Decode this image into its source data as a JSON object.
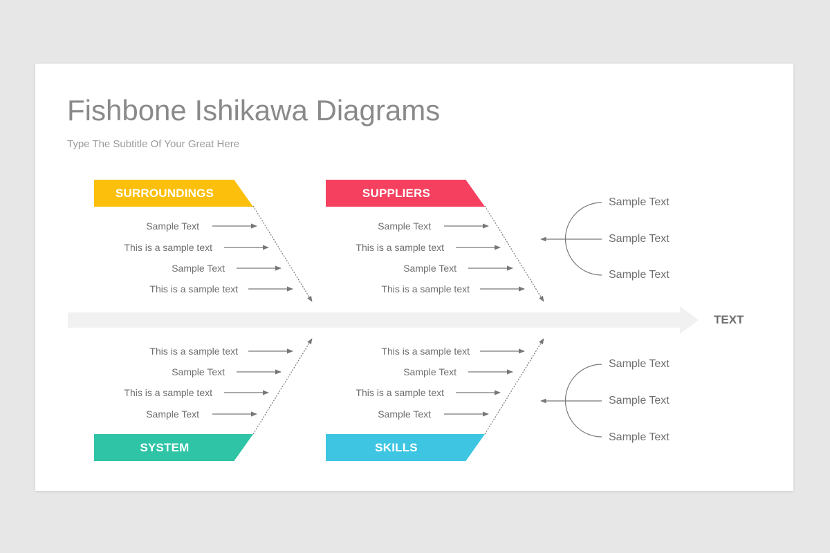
{
  "title": "Fishbone Ishikawa Diagrams",
  "subtitle": "Type The Subtitle Of Your Great Here",
  "effect": "TEXT",
  "categories": [
    {
      "label": "SURROUNDINGS",
      "color": "#fbbf0c",
      "items": [
        "Sample Text",
        "This is a sample text",
        "Sample Text",
        "This is a sample text"
      ]
    },
    {
      "label": "SUPPLIERS",
      "color": "#f5415f",
      "items": [
        "Sample Text",
        "This is a sample text",
        "Sample Text",
        "This is a sample text"
      ]
    },
    {
      "label": "SYSTEM",
      "color": "#2fc4a6",
      "items": [
        "This is a sample text",
        "Sample Text",
        "This is a sample text",
        "Sample Text"
      ]
    },
    {
      "label": "SKILLS",
      "color": "#3ec5e2",
      "items": [
        "This is a sample text",
        "Sample Text",
        "This is a sample text",
        "Sample Text"
      ]
    }
  ],
  "right_groups": [
    {
      "items": [
        "Sample Text",
        "Sample Text",
        "Sample Text"
      ]
    },
    {
      "items": [
        "Sample Text",
        "Sample Text",
        "Sample Text"
      ]
    }
  ]
}
